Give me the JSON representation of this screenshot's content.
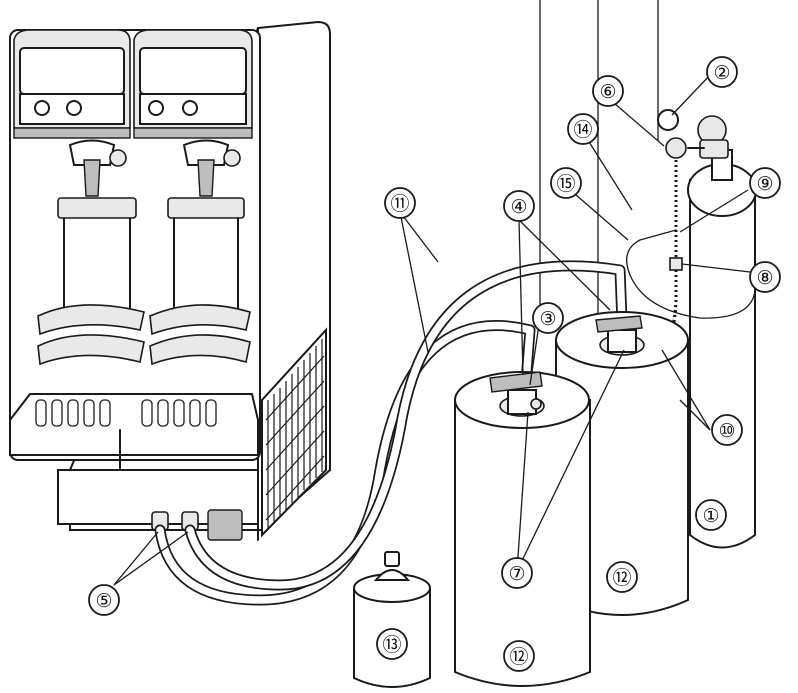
{
  "callouts": [
    {
      "id": "1",
      "label": "①"
    },
    {
      "id": "2",
      "label": "②"
    },
    {
      "id": "3",
      "label": "③"
    },
    {
      "id": "4",
      "label": "④"
    },
    {
      "id": "5",
      "label": "⑤"
    },
    {
      "id": "6",
      "label": "⑥"
    },
    {
      "id": "7",
      "label": "⑦"
    },
    {
      "id": "8",
      "label": "⑧"
    },
    {
      "id": "9",
      "label": "⑨"
    },
    {
      "id": "10",
      "label": "⑩"
    },
    {
      "id": "11",
      "label": "⑪"
    },
    {
      "id": "12a",
      "label": "⑫"
    },
    {
      "id": "12b",
      "label": "⑫"
    },
    {
      "id": "13",
      "label": "⑬"
    },
    {
      "id": "14",
      "label": "⑭"
    },
    {
      "id": "15",
      "label": "⑮"
    }
  ]
}
